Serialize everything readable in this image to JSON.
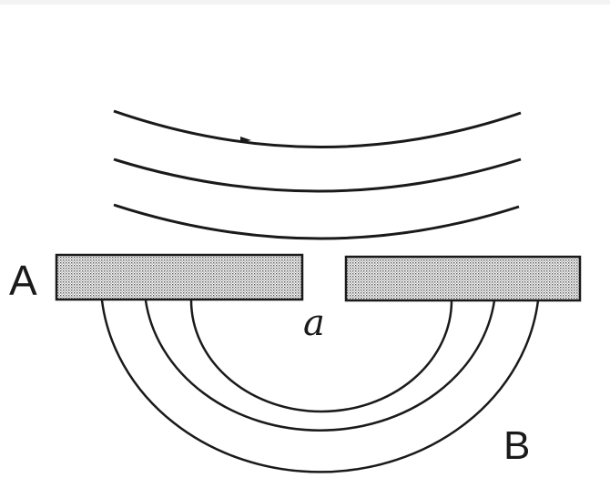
{
  "labels": {
    "barrier_left": "A",
    "region_below": "B",
    "slit": "a"
  },
  "colors": {
    "line": "#1a1a1a",
    "barrier_fill": "#c9c9c9",
    "background": "#ffffff"
  }
}
